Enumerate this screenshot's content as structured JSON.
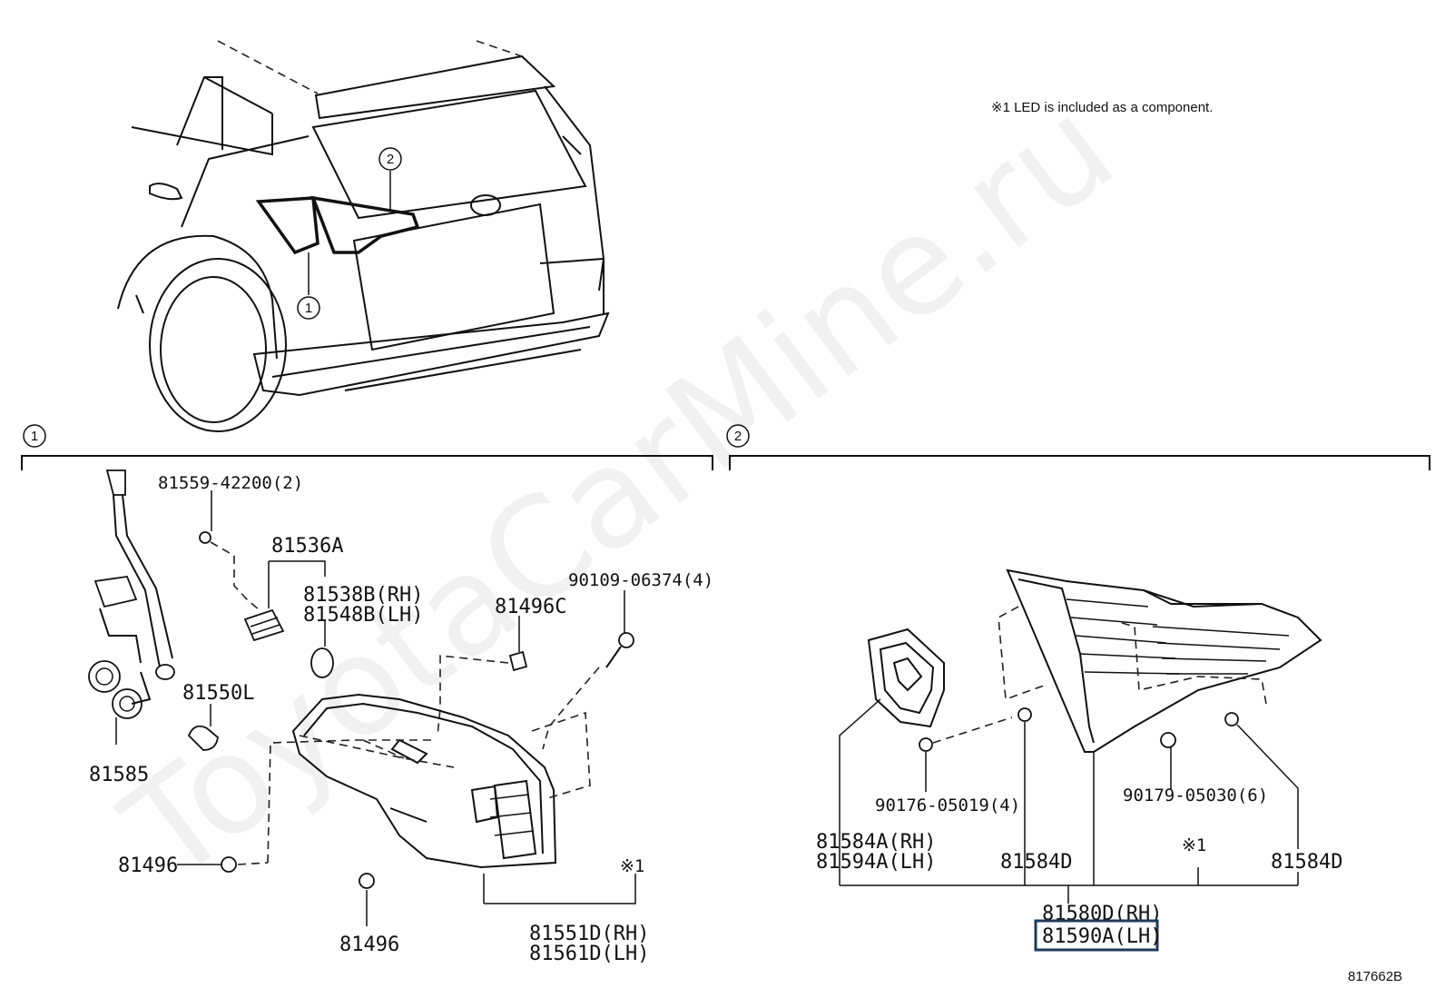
{
  "note": "※1 LED is included as a component.",
  "diagram_id": "817662B",
  "watermark": "ToyotaCarMine.ru",
  "callouts": {
    "one": "1",
    "two": "2"
  },
  "parts": {
    "p81559": "81559-42200(2)",
    "p81536a": "81536A",
    "p81538b": "81538B(RH)",
    "p81548b": "81548B(LH)",
    "p90109": "90109-06374(4)",
    "p81496c": "81496C",
    "p81550l": "81550L",
    "p81585": "81585",
    "p81496_left": "81496",
    "p81496_bottom": "81496",
    "p81551d": "81551D(RH)",
    "p81561d": "81561D(LH)",
    "mark1_left": "※1",
    "p90176": "90176-05019(4)",
    "p90179": "90179-05030(6)",
    "p81584a": "81584A(RH)",
    "p81594a": "81594A(LH)",
    "p81584d_mid": "81584D",
    "mark1_right": "※1",
    "p81584d_right": "81584D",
    "p81580d": "81580D(RH)",
    "p81590a": "81590A(LH)"
  }
}
